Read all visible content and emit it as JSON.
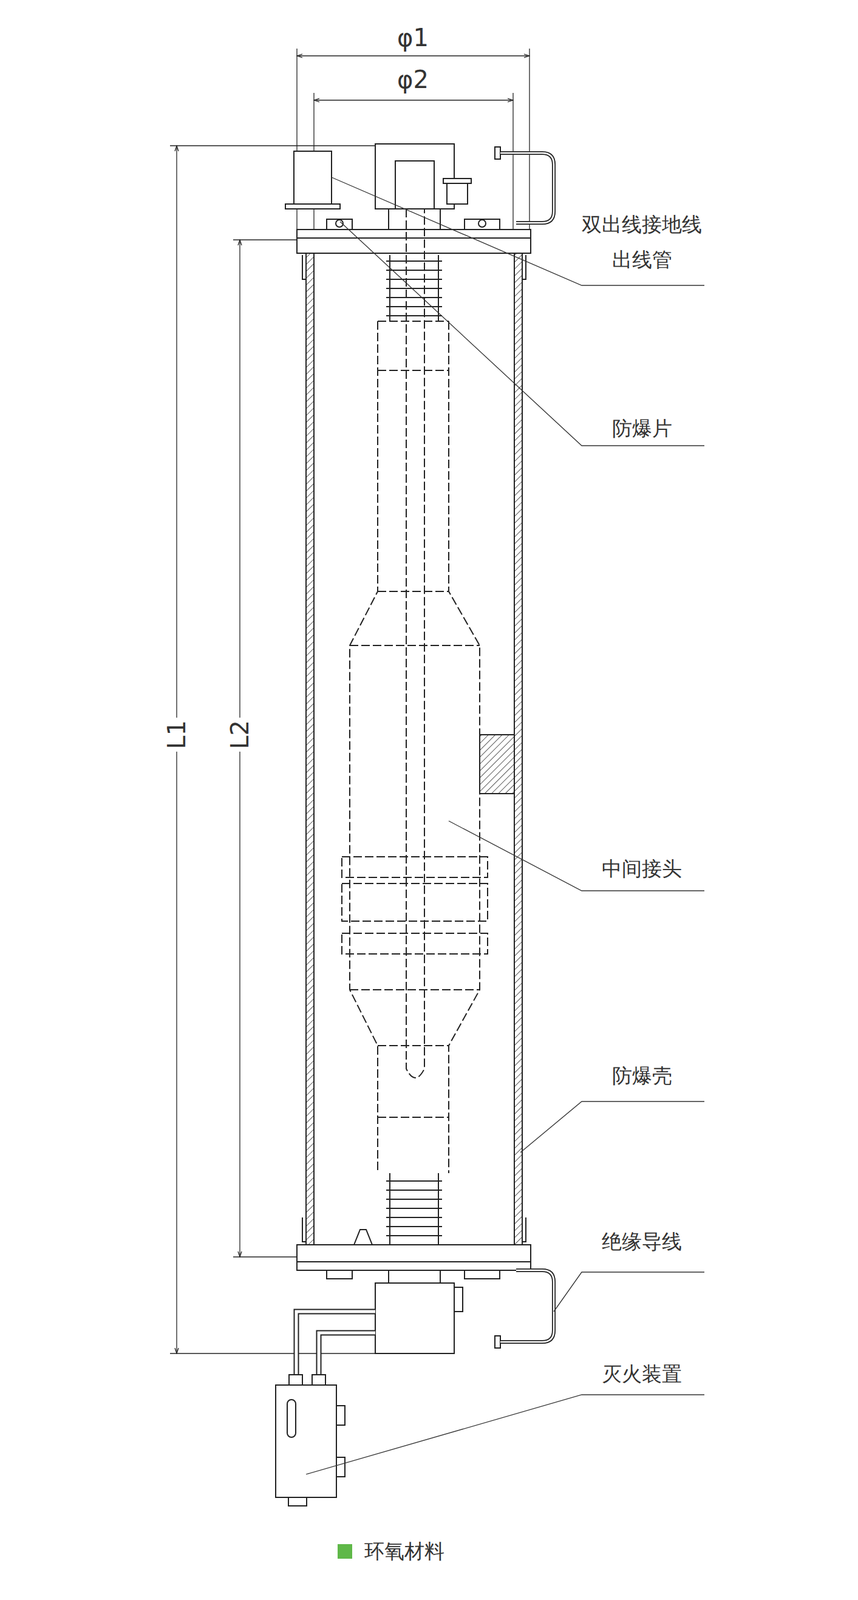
{
  "diagram": {
    "labels": [
      "φ1",
      "φ2",
      "L1",
      "L2",
      "双出线接地线",
      "出线管",
      "防爆片",
      "中间接头",
      "防爆壳",
      "绝缘导线",
      "灭火装置"
    ],
    "legend": [
      {
        "text": "环氧材料",
        "color": "#5fb848"
      }
    ]
  }
}
